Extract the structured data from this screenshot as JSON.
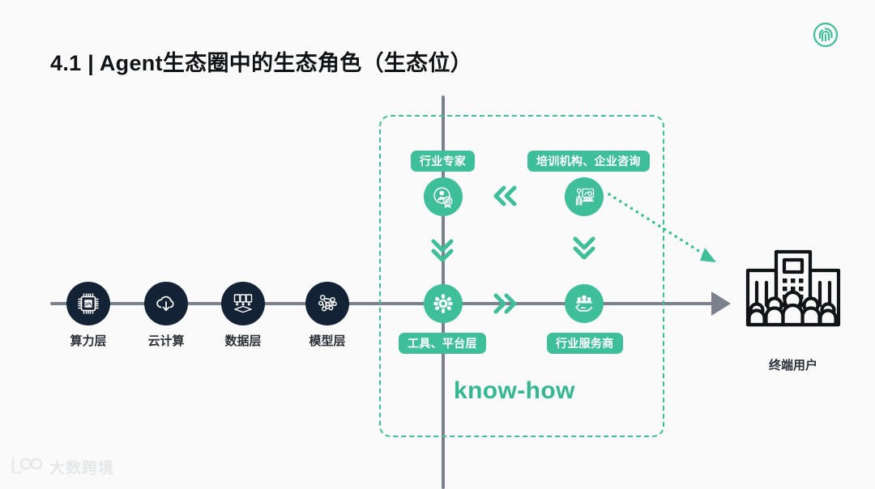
{
  "slide": {
    "title": "4.1 | Agent生态圈中的生态角色（生态位）",
    "background_color": "#fafafa",
    "accent_green": "#3fbf99",
    "dark_navy": "#142236",
    "axis_gray": "#7b828e"
  },
  "brand": {
    "corner_mark_icon": "fingerprint-icon",
    "watermark_icon": "dashujing-logo-icon",
    "watermark_text": "大数跨境"
  },
  "infra_stack": [
    {
      "label": "算力层",
      "icon": "gpu-chip-icon"
    },
    {
      "label": "云计算",
      "icon": "cloud-sync-icon"
    },
    {
      "label": "数据层",
      "icon": "data-documents-icon"
    },
    {
      "label": "模型层",
      "icon": "neural-network-icon"
    }
  ],
  "know_how_zone": {
    "caption": "know-how",
    "nodes": [
      {
        "label": "行业专家",
        "icon": "expert-badge-icon",
        "label_position": "above"
      },
      {
        "label": "培训机构、企业咨询",
        "icon": "training-presentation-icon",
        "label_position": "above"
      },
      {
        "label": "工具、平台层",
        "icon": "gear-icon",
        "label_position": "below"
      },
      {
        "label": "行业服务商",
        "icon": "hand-holding-people-icon",
        "label_position": "below"
      }
    ],
    "connectors": [
      {
        "icon": "double-chevron-left-icon",
        "direction": "left"
      },
      {
        "icon": "double-chevron-down-icon",
        "direction": "down"
      },
      {
        "icon": "double-chevron-down-icon",
        "direction": "down"
      },
      {
        "icon": "double-chevron-right-icon",
        "direction": "right"
      },
      {
        "icon": "dotted-arrow-icon",
        "direction": "down-right"
      }
    ]
  },
  "end_user": {
    "label": "终端用户",
    "icon": "office-building-people-icon"
  }
}
